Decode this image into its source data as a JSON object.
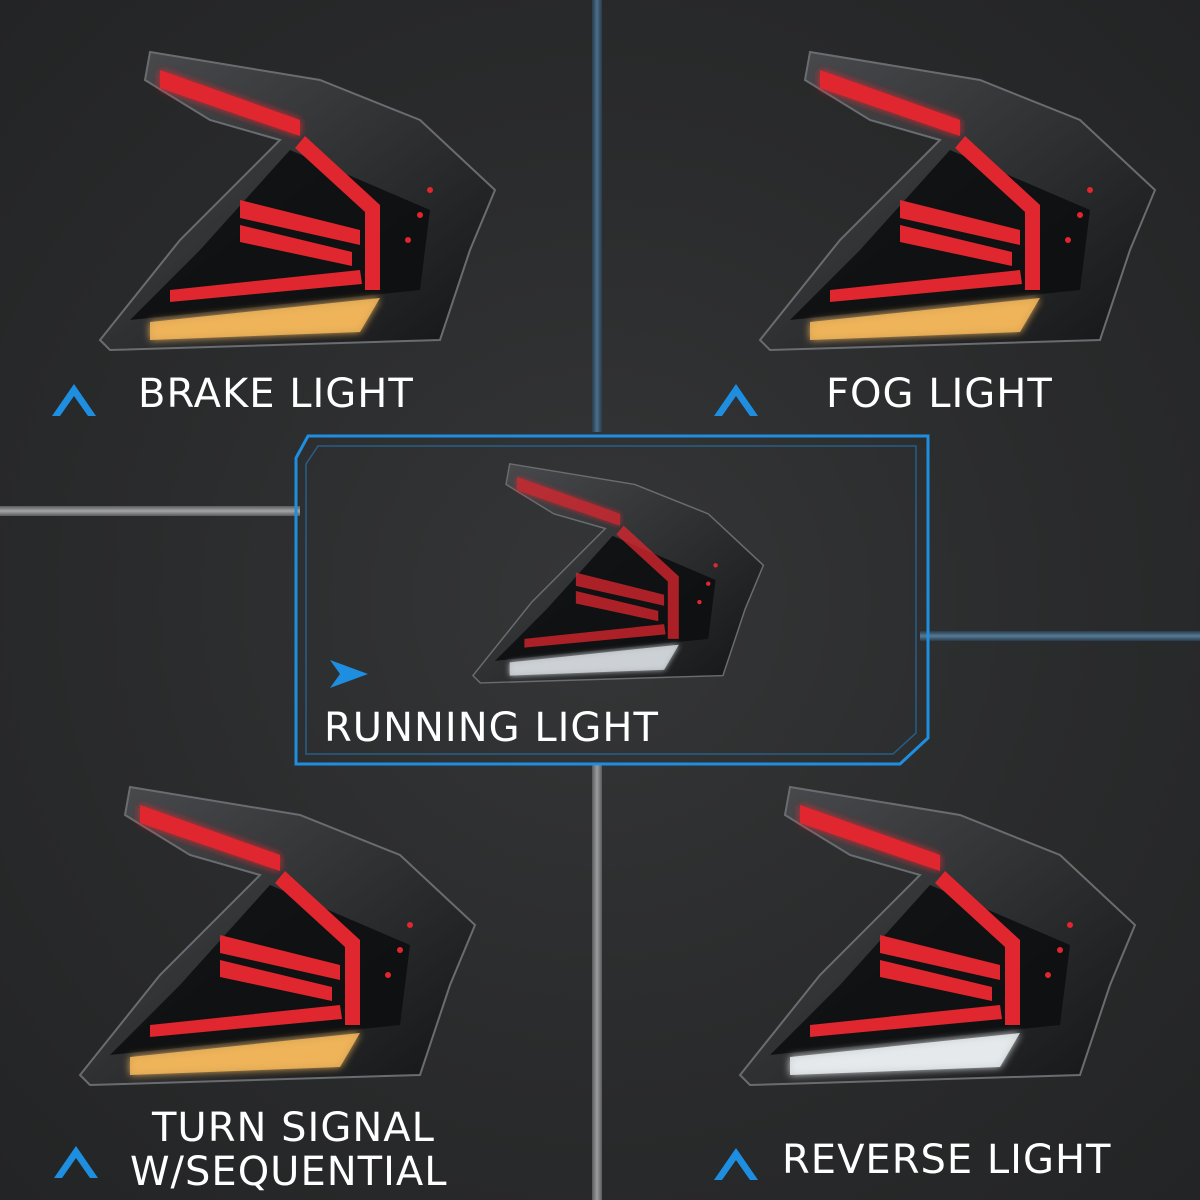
{
  "panels": {
    "brake": {
      "label": "BRAKE LIGHT",
      "icon": "chevron-up-icon"
    },
    "fog": {
      "label": "FOG LIGHT",
      "icon": "chevron-up-icon"
    },
    "running": {
      "label": "RUNNING LIGHT",
      "icon": "chevron-right-icon"
    },
    "turn": {
      "label_line1": "TURN SIGNAL",
      "label_line2": "W/SEQUENTIAL",
      "icon": "chevron-up-icon"
    },
    "reverse": {
      "label": "REVERSE LIGHT",
      "icon": "chevron-up-icon"
    }
  },
  "colors": {
    "background": "#2a2b2c",
    "accent_blue": "#1e8fe0",
    "lamp_red": "#e0262e",
    "lamp_amber": "#f2b65a",
    "lamp_white": "#e8ecef",
    "housing": "#1a1b1c"
  }
}
